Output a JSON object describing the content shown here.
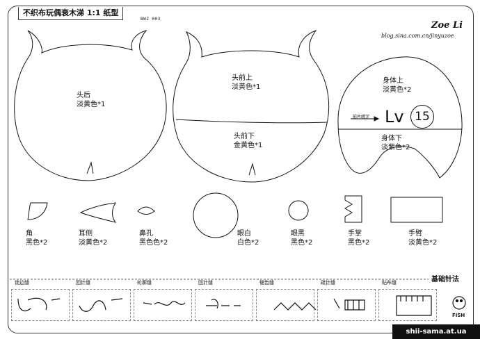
{
  "header": {
    "title": "不织布玩偶衰木涕 1:1 纸型",
    "code": "BWZ 003"
  },
  "brand": {
    "name": "Zoe Li",
    "blog": "blog.sina.com.cn/jinyuzoe"
  },
  "pieces": {
    "head_back": {
      "name": "头后",
      "note": "淡黄色*1"
    },
    "head_front_top": {
      "name": "头前上",
      "note": "淡黄色*1"
    },
    "head_front_bottom": {
      "name": "头前下",
      "note": "金黄色*1"
    },
    "body_top": {
      "name": "身体上",
      "note": "淡黄色*2"
    },
    "body_bottom": {
      "name": "身体下",
      "note": "淡紫色*2"
    },
    "horn": {
      "name": "角",
      "note": "黑色*2"
    },
    "ear_side": {
      "name": "耳侧",
      "note": "淡黄色*2"
    },
    "nostril": {
      "name": "鼻孔",
      "note": "黑色色*2"
    },
    "eye_white": {
      "name": "眼白",
      "note": "白色*2"
    },
    "eye_black": {
      "name": "眼黑",
      "note": "黑色*2"
    },
    "palm": {
      "name": "手掌",
      "note": "黑色*2"
    },
    "arm": {
      "name": "手臂",
      "note": "淡黄色*2"
    }
  },
  "badge": {
    "prefix": "Lv",
    "number": "15",
    "note": "前片绣字"
  },
  "stitches": {
    "title": "基础针法",
    "items": [
      "锁边缝",
      "回针缝",
      "轮廓缝",
      "回针缝",
      "锯齿缝",
      "疏针缝",
      "贴布缝"
    ]
  },
  "fish_label": "FISH",
  "footer": "shii-sama.at.ua"
}
